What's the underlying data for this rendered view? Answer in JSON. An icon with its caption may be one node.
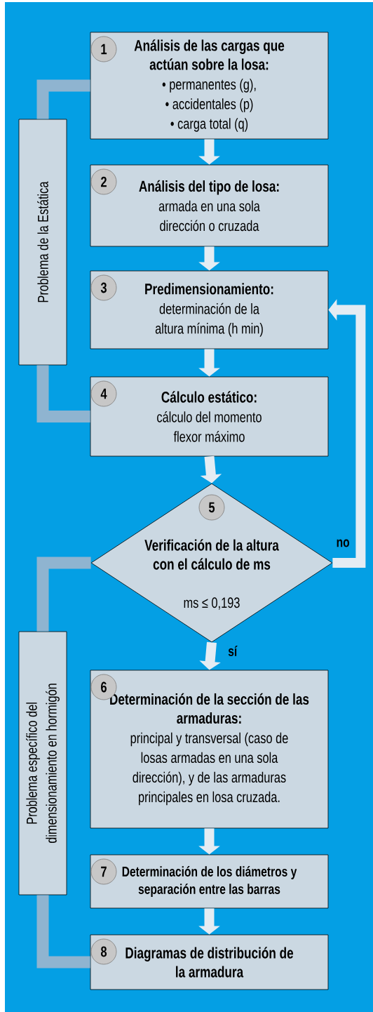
{
  "diagram": {
    "nodes": [
      {
        "text": [
          "1",
          "Análisis de las cargas que actúan sobre la losa:",
          "• permanentes (g),",
          "• accidentales (p)",
          "• carga total (q)"
        ]
      },
      {
        "text": [
          "2",
          "Análisis del tipo de losa:",
          "armada en una sola dirección o cruzada"
        ]
      },
      {
        "text": [
          "3",
          "Predimensionamiento:",
          "determinación de la altura mínima (h min)"
        ]
      },
      {
        "text": [
          "4",
          "Cálculo estático:",
          "cálculo del momento flexor máximo"
        ]
      },
      {
        "text": [
          "5",
          "Verificación de la altura con el cálculo de ms",
          "ms ≤ 0,193"
        ]
      },
      {
        "text": [
          "6",
          "Determinación de la sección de las armaduras:",
          "principal y transversal (caso de losas armadas en una sola dirección), y de las armaduras principales en losa cruzada."
        ]
      },
      {
        "text": [
          "7",
          "Determinación de los diámetros y separación entre las barras"
        ]
      },
      {
        "text": [
          "8",
          "Diagramas de distribución de la armadura"
        ]
      },
      {
        "text": [
          "Problema de la Estática"
        ]
      },
      {
        "text": [
          "Problema específico del dimensionamiento en hormigón"
        ]
      }
    ],
    "edges": [
      {
        "from": 0,
        "to": 1,
        "arrow": "to"
      },
      {
        "from": 1,
        "to": 2,
        "arrow": "to"
      },
      {
        "from": 2,
        "to": 3,
        "arrow": "to"
      },
      {
        "from": 3,
        "to": 4,
        "arrow": "to"
      },
      {
        "from": 4,
        "to": 5,
        "arrow": "to",
        "label": "sí"
      },
      {
        "from": 5,
        "to": 6,
        "arrow": "to"
      },
      {
        "from": 6,
        "to": 7,
        "arrow": "to"
      },
      {
        "from": 4,
        "to": 2,
        "arrow": "to",
        "label": "no"
      },
      {
        "from": 8,
        "to": 0,
        "arrow": "none",
        "color": "#8fb4d0"
      },
      {
        "from": 8,
        "to": 3,
        "arrow": "none",
        "color": "#8fb4d0"
      },
      {
        "from": 9,
        "to": 4,
        "arrow": "none",
        "color": "#8fb4d0"
      },
      {
        "from": 9,
        "to": 7,
        "arrow": "none",
        "color": "#8fb4d0"
      }
    ]
  }
}
